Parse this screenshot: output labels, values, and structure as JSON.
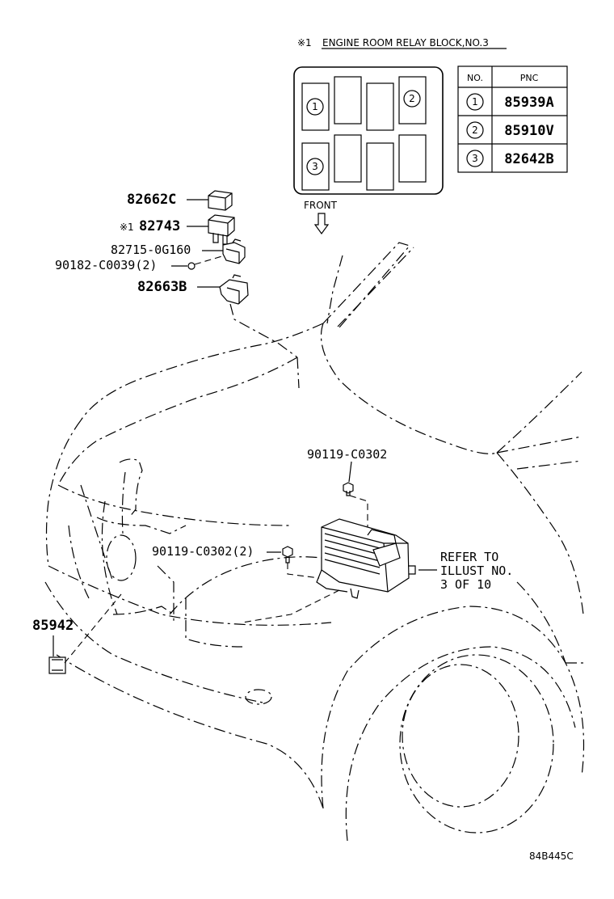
{
  "relay_block": {
    "symbol": "※1",
    "title": "ENGINE ROOM RELAY BLOCK,NO.3",
    "front_label": "FRONT",
    "slots": [
      "1",
      "2",
      "3"
    ]
  },
  "pnc_table": {
    "headers": [
      "NO.",
      "PNC"
    ],
    "rows": [
      {
        "no": "1",
        "pnc": "85939A"
      },
      {
        "no": "2",
        "pnc": "85910V"
      },
      {
        "no": "3",
        "pnc": "82642B"
      }
    ]
  },
  "parts": {
    "p82662c": "82662C",
    "p82743_symbol": "※1",
    "p82743": "82743",
    "p82715": "82715-0G160",
    "p90182": "90182-C0039(2)",
    "p82663b": "82663B",
    "p90119_top": "90119-C0302",
    "p90119_left": "90119-C0302(2)",
    "p85942": "85942"
  },
  "refer_note": {
    "line1": "REFER TO",
    "line2": "ILLUST NO.",
    "line3": "3 OF 10"
  },
  "diagram_code": "84B445C"
}
